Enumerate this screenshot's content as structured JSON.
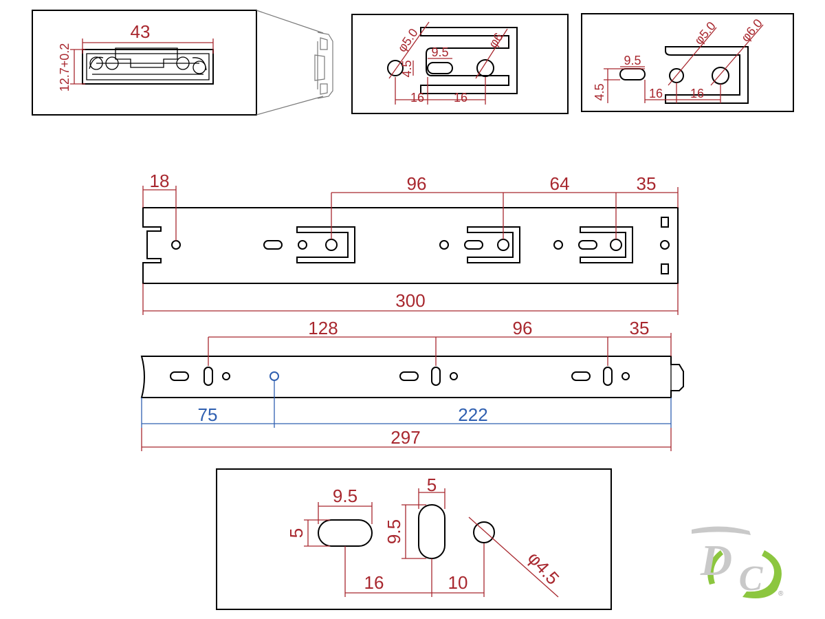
{
  "profile_detail": {
    "width_label": "43",
    "height_label": "12.7+0.2"
  },
  "slot_detail_a": {
    "d5_label": "φ5.0",
    "d6_label": "φ6",
    "slot_label": "9.5",
    "h_label": "4.5",
    "gap1_label": "16",
    "gap2_label": "16"
  },
  "slot_detail_b": {
    "d5_label": "φ5.0",
    "d6_label": "φ6.0",
    "slot_label": "9.5",
    "h_label": "4.5",
    "gap1_label": "16",
    "gap2_label": "16"
  },
  "cabinet_rail": {
    "d1": "18",
    "d2": "96",
    "d3": "64",
    "d4": "35",
    "length": "300"
  },
  "drawer_rail": {
    "d1": "128",
    "d2": "96",
    "d3": "35",
    "front": "75",
    "rest": "222",
    "length": "297"
  },
  "hole_detail": {
    "slot_w": "9.5",
    "slot_h": "5",
    "vslot_w": "5",
    "vslot_h": "9.5",
    "gap1": "16",
    "gap2": "10",
    "hole_d": "φ4.5"
  },
  "logo": {
    "text": "DC",
    "mark": "®",
    "colors": [
      "#c9c9c9",
      "#8cc63f"
    ]
  }
}
